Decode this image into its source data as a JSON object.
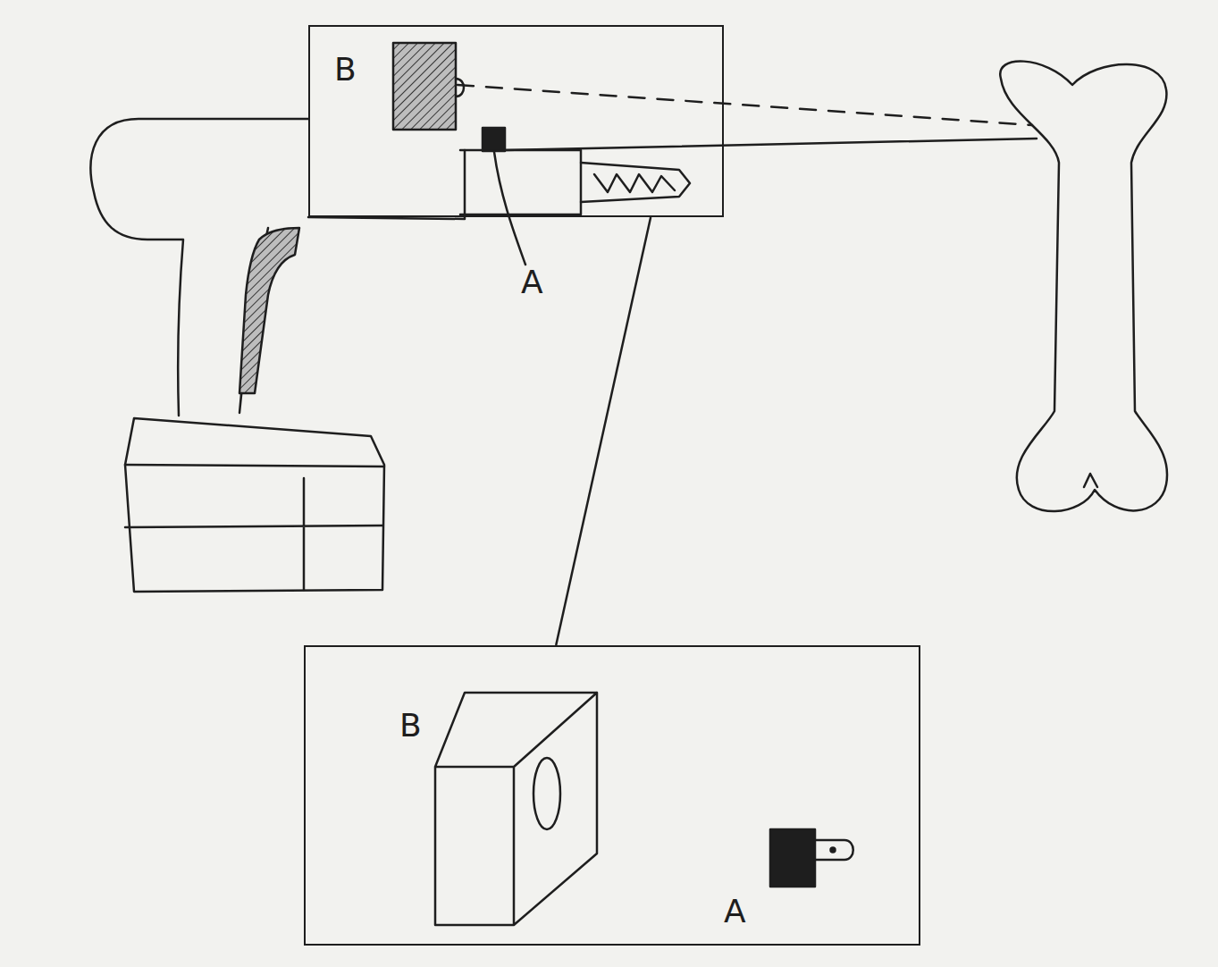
{
  "diagram": {
    "nodes": [
      {
        "text": [
          "B"
        ]
      },
      {
        "text": [
          "B",
          "A"
        ]
      }
    ],
    "edges": [
      {
        "from": 0,
        "to": 1,
        "arrow": "none"
      }
    ],
    "labels": [
      "A"
    ]
  }
}
